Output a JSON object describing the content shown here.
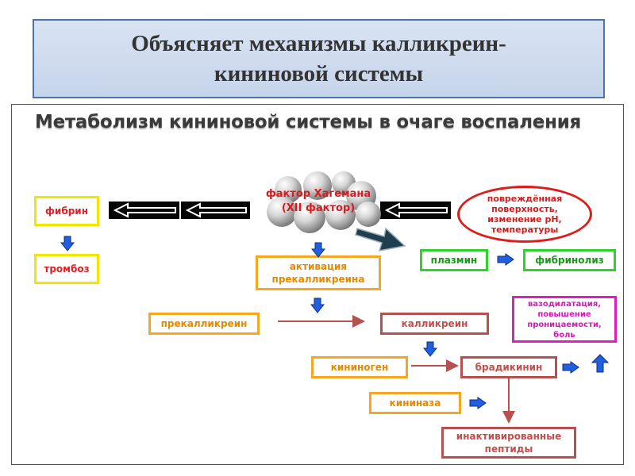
{
  "slide": {
    "title": "Объясняет механизмы калликреин-\nкининовой системы"
  },
  "diagram": {
    "title": "Метаболизм кининовой системы в очаге воспаления",
    "hageman_label": "фактор Хагемана\n(XII фактор)",
    "damage_label": "повреждённая\nповерхность,\nизменение рН,\nтемпературы",
    "nodes": {
      "fibrin": "фибрин",
      "thrombosis": "тромбоз",
      "activation": "активация\nпрекалликреина",
      "plasmin": "плазмин",
      "fibrinolysis": "фибринолиз",
      "prekallikrein": "прекалликреин",
      "kallikrein": "калликреин",
      "kininogen": "кининоген",
      "bradykinin": "брадикинин",
      "kininase": "кининаза",
      "inactivated": "инактивированные\nпептиды",
      "effects": "вазодилатация,\nповышение\nпроницаемости,\nболь"
    },
    "colors": {
      "yellow": "#f2e600",
      "orange": "#f5a623",
      "green": "#2fd12f",
      "brown": "#b5524f",
      "magenta": "#e01ec0",
      "red": "#e01b1b",
      "blue_arrow": "#1f5fe0",
      "dark_arrow": "#1f3f4f"
    }
  }
}
